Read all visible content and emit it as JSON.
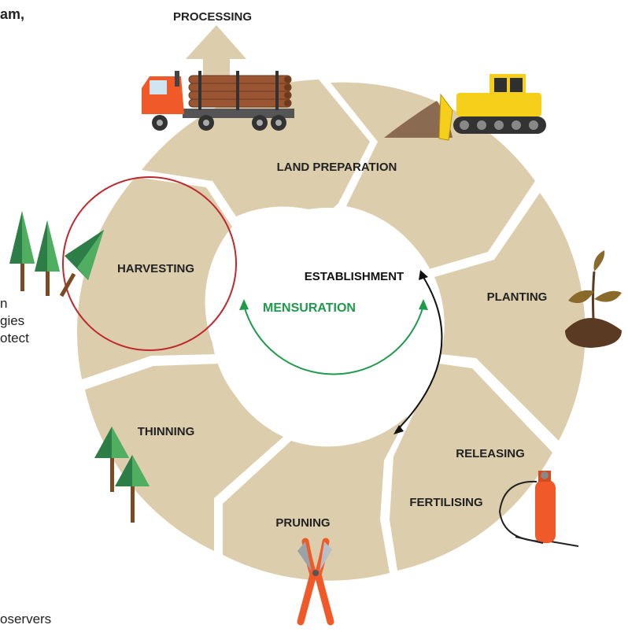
{
  "diagram": {
    "stages": [
      {
        "id": "processing",
        "label": "PROCESSING"
      },
      {
        "id": "land-preparation",
        "label": "LAND PREPARATION"
      },
      {
        "id": "planting",
        "label": "PLANTING"
      },
      {
        "id": "releasing",
        "label": "RELEASING"
      },
      {
        "id": "fertilising",
        "label": "FERTILISING"
      },
      {
        "id": "pruning",
        "label": "PRUNING"
      },
      {
        "id": "thinning",
        "label": "THINNING"
      },
      {
        "id": "harvesting",
        "label": "HARVESTING"
      }
    ],
    "inner": {
      "establishment": "ESTABLISHMENT",
      "mensuration": "MENSURATION"
    },
    "left_fragments": [
      "am,",
      "n",
      "gies",
      "otect"
    ],
    "bottom_fragment": "oservers",
    "colors": {
      "ring": "#dccdac",
      "mensuration": "#1e9a4b",
      "harvest_circle": "#c0282d",
      "tree_dark": "#2d7d46",
      "tree_light": "#4fae5f",
      "trunk": "#7a4a22",
      "orange": "#ef5a28",
      "yellow": "#f6cf1a"
    }
  }
}
